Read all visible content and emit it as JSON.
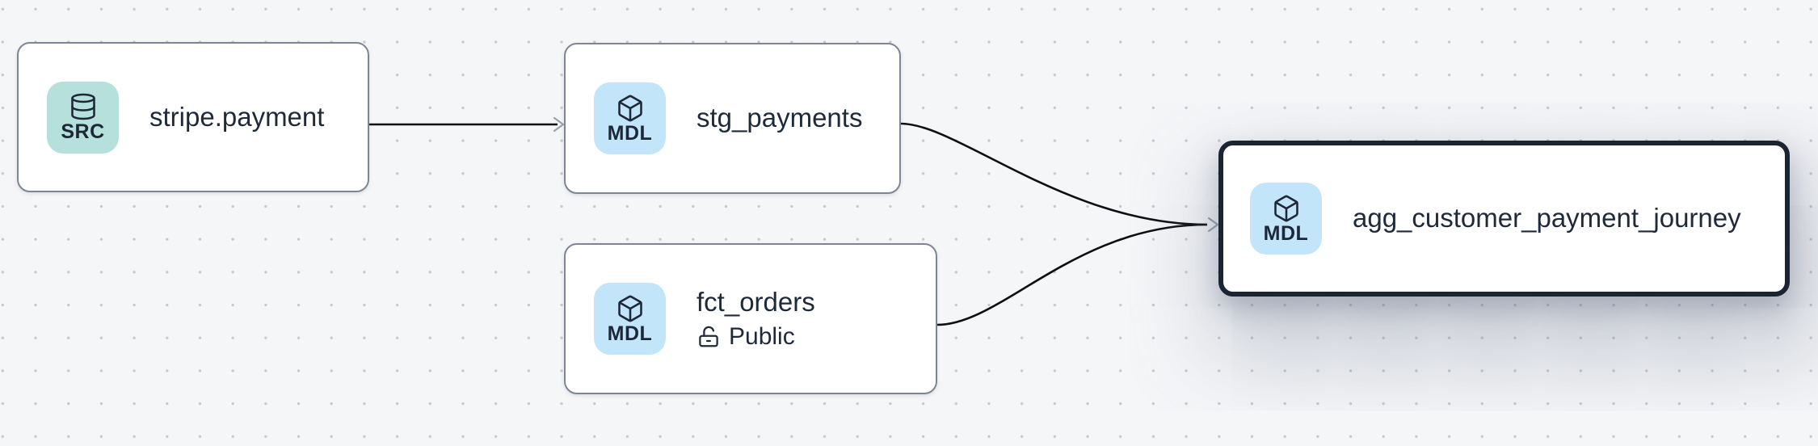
{
  "canvas": {
    "kind": "data-lineage-graph"
  },
  "colors": {
    "canvas_background": "#f5f6f8",
    "grid_dot": "#c5c8cf",
    "node_background": "#ffffff",
    "node_border": "#7d8694",
    "selected_node_border": "#1b2433",
    "title_text": "#1e2a3a",
    "source_badge_background": "#b5e0db",
    "model_badge_background": "#c2e5fa",
    "badge_text": "#1d2737",
    "edge_line": "#0d0f13",
    "arrowhead": "#99a1ae"
  },
  "nodes": [
    {
      "title": "stripe.payment",
      "badge_label": "SRC",
      "badge_icon": "database-icon",
      "selected": false
    },
    {
      "title": "stg_payments",
      "badge_label": "MDL",
      "badge_icon": "cube-icon",
      "selected": false
    },
    {
      "title": "fct_orders",
      "badge_label": "MDL",
      "badge_icon": "cube-icon",
      "subtitle": "Public",
      "subtitle_icon": "unlock-icon",
      "selected": false
    },
    {
      "title": "agg_customer_payment_journey",
      "badge_label": "MDL",
      "badge_icon": "cube-icon",
      "selected": true
    }
  ],
  "edges": [
    {
      "from": "stripe.payment",
      "to": "stg_payments"
    },
    {
      "from": "stg_payments",
      "to": "agg_customer_payment_journey"
    },
    {
      "from": "fct_orders",
      "to": "agg_customer_payment_journey"
    }
  ]
}
